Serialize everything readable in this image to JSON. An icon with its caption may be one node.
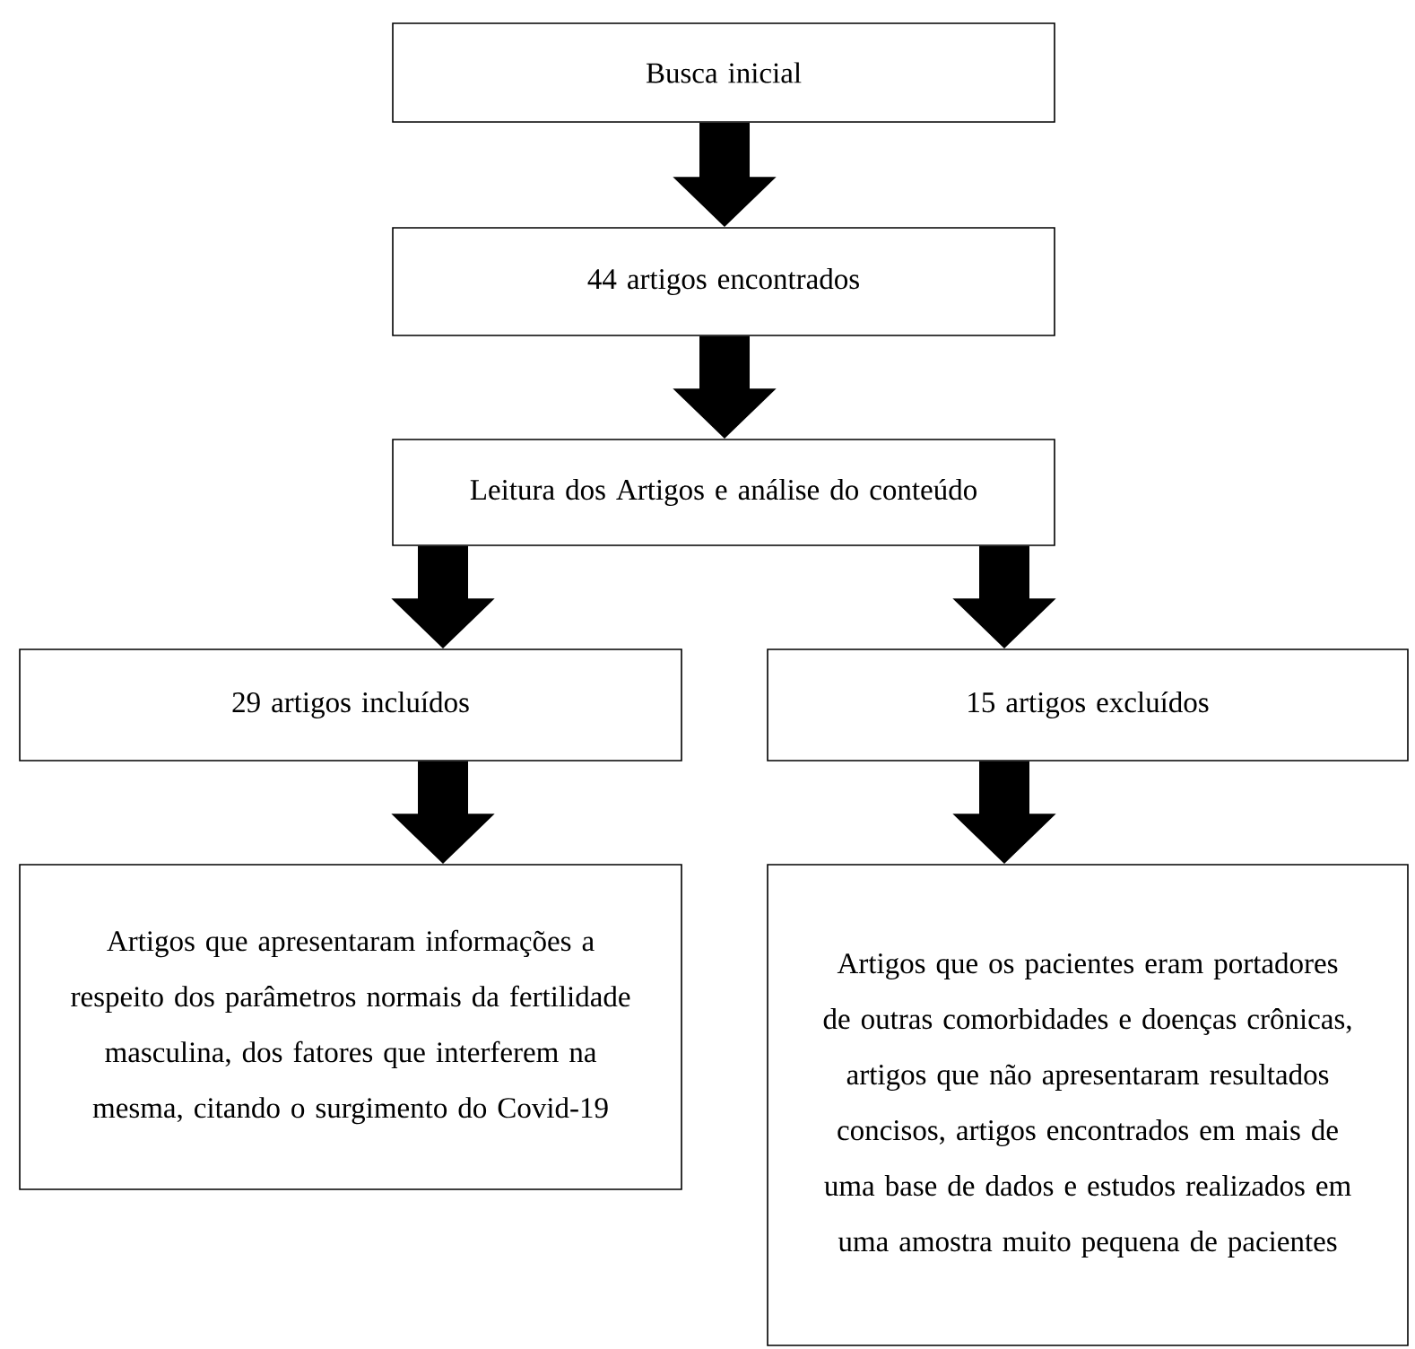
{
  "diagram": {
    "nodes": [
      {
        "text": [
          "Busca inicial"
        ]
      },
      {
        "text": [
          "44 artigos encontrados"
        ]
      },
      {
        "text": [
          "Leitura dos Artigos e análise do conteúdo"
        ]
      },
      {
        "text": [
          "29 artigos incluídos"
        ]
      },
      {
        "text": [
          "15 artigos excluídos"
        ]
      },
      {
        "text": [
          "Artigos que apresentaram informações a respeito dos parâmetros normais da fertilidade masculina, dos fatores que interferem na mesma, citando o surgimento do Covid-19"
        ]
      },
      {
        "text": [
          "Artigos que os pacientes eram portadores de outras comorbidades e doenças crônicas, artigos que não apresentaram resultados concisos, artigos encontrados em mais de uma base de dados e estudos realizados em uma amostra muito pequena de pacientes"
        ]
      }
    ],
    "edges": [
      {
        "from": 0,
        "to": 1,
        "arrow": "to"
      },
      {
        "from": 1,
        "to": 2,
        "arrow": "to"
      },
      {
        "from": 2,
        "to": 3,
        "arrow": "to"
      },
      {
        "from": 2,
        "to": 4,
        "arrow": "to"
      },
      {
        "from": 3,
        "to": 5,
        "arrow": "to"
      },
      {
        "from": 4,
        "to": 6,
        "arrow": "to"
      }
    ]
  }
}
